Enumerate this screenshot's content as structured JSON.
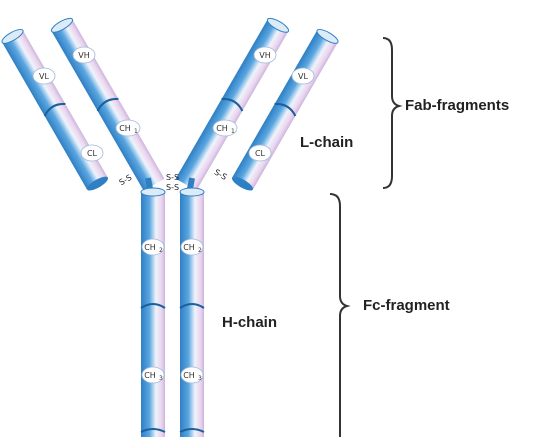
{
  "labels": {
    "vh": "VH",
    "vl": "VL",
    "ch1": "CH",
    "ch1_sub": "1",
    "cl": "CL",
    "ch2": "CH",
    "ch2_sub": "2",
    "ch3": "CH",
    "ch3_sub": "3",
    "l_chain": "L-chain",
    "h_chain": "H-chain",
    "fab": "Fab-fragments",
    "fc": "Fc-fragment",
    "ss": "S-S"
  },
  "colors": {
    "tube_dark": "#2f7fc4",
    "tube_mid": "#5aa6e0",
    "tube_light": "#eef3fb",
    "tube_pink": "#ecd5ee",
    "bracket": "#333333",
    "text": "#222222"
  }
}
